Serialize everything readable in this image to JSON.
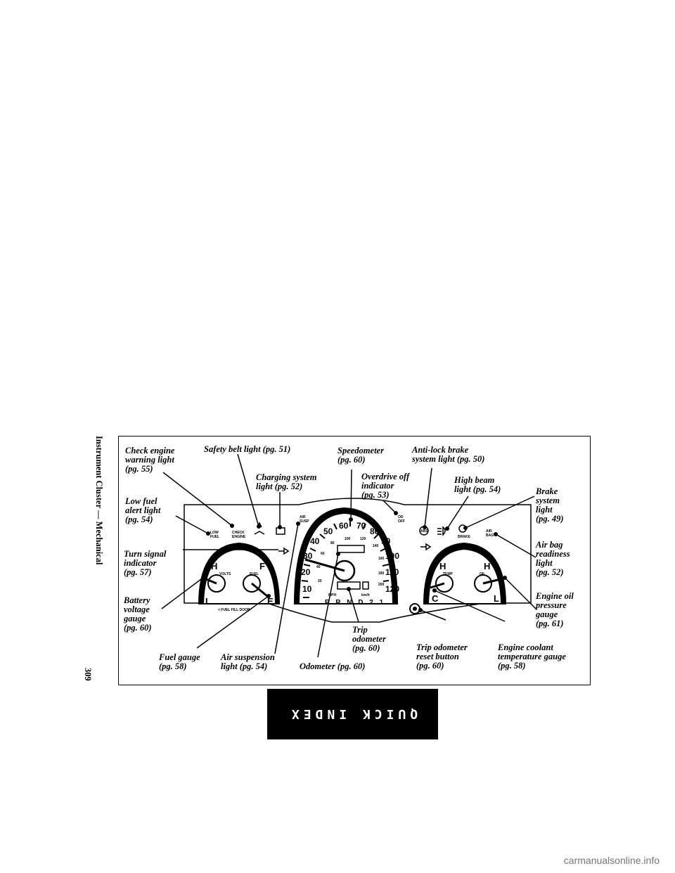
{
  "page": {
    "side_title": "Instrument Cluster — Mechanical",
    "page_number": "309",
    "quick_index": "QUICK INDEX",
    "watermark": "carmanualsonline.info"
  },
  "cluster": {
    "gauge_labels": {
      "volts": "VOLTS",
      "fuel": "FUEL",
      "temp": "TEMP",
      "oil": "OIL",
      "h": "H",
      "l": "L",
      "f": "F",
      "e": "E",
      "c": "C",
      "fuel_fill": "< FUEL FILL DOOR",
      "low_fuel": "LOW\nFUEL",
      "check_engine": "CHECK\nENGINE",
      "air_susp": "AIR\nSUSP",
      "od_off": "OD\nOFF",
      "abs": "ABS",
      "brake": "BRAKE",
      "air_bag": "AIR\nBAG",
      "mph": "MPH",
      "kmh": "km/h",
      "prnd": "P R N D 2 1"
    },
    "speedo_mph": [
      "10",
      "20",
      "30",
      "40",
      "50",
      "60",
      "70",
      "80",
      "90",
      "100",
      "110",
      "120"
    ],
    "speedo_kmh": [
      "20",
      "40",
      "60",
      "80",
      "100",
      "120",
      "140",
      "160",
      "180",
      "200"
    ]
  },
  "callouts": {
    "check_engine": "Check engine\nwarning light\n(pg. 55)",
    "safety_belt": "Safety belt light (pg. 51)",
    "charging": "Charging system\nlight (pg. 52)",
    "speedometer": "Speedometer\n(pg. 60)",
    "overdrive": "Overdrive off\nindicator\n(pg. 53)",
    "antilock": "Anti-lock brake\nsystem light (pg. 50)",
    "high_beam": "High beam\nlight (pg. 54)",
    "brake": "Brake\nsystem\nlight\n(pg. 49)",
    "low_fuel": "Low fuel\nalert light\n(pg. 54)",
    "turn_signal": "Turn signal\nindicator\n(pg. 57)",
    "air_bag": "Air bag\nreadiness\nlight\n(pg. 52)",
    "battery": "Battery\nvoltage\ngauge\n(pg. 60)",
    "engine_oil": "Engine oil\npressure\ngauge\n(pg. 61)",
    "trip_odometer": "Trip\nodometer\n(pg. 60)",
    "fuel_gauge": "Fuel gauge\n(pg. 58)",
    "air_suspension": "Air suspension\nlight (pg. 54)",
    "odometer": "Odometer (pg. 60)",
    "trip_reset": "Trip odometer\nreset button\n(pg. 60)",
    "coolant": "Engine coolant\ntemperature gauge\n(pg. 58)"
  }
}
